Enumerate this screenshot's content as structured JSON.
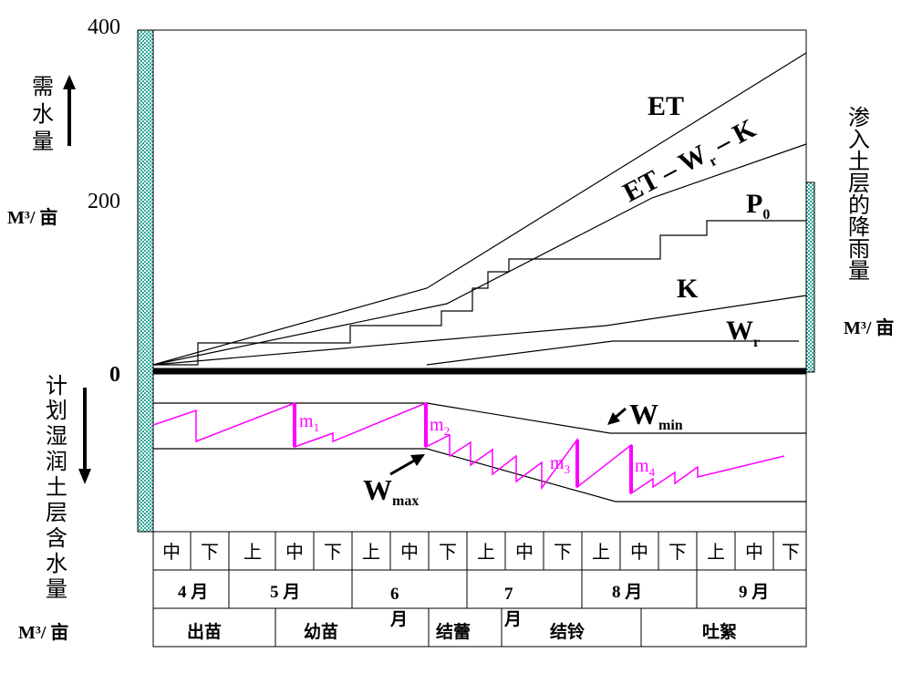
{
  "axis": {
    "tick_400": "400",
    "tick_200": "200",
    "tick_0": "0",
    "unit": "M³/ 亩"
  },
  "left_labels": {
    "upper": [
      "需",
      "水",
      "量"
    ],
    "lower": [
      "计",
      "划",
      "湿",
      "润",
      "土",
      "层",
      "含",
      "水",
      "量"
    ]
  },
  "right_label": {
    "chars": [
      "渗",
      "入",
      "土",
      "层",
      "的",
      "降",
      "雨",
      "量"
    ]
  },
  "curve_labels": {
    "et": "ET",
    "et_wr_k_pre": "ET – W",
    "et_wr_k_sub": "r",
    "et_wr_k_post": " – K",
    "p0": "P",
    "p0_sub": "0",
    "k": "K",
    "wr": "W",
    "wr_sub": "r",
    "wmin": "W",
    "wmin_sub": "min",
    "wmax": "W",
    "wmax_sub": "max"
  },
  "irrigation": {
    "marks": [
      {
        "label": "m",
        "sub": "1"
      },
      {
        "label": "m",
        "sub": "2"
      },
      {
        "label": "m",
        "sub": "3"
      },
      {
        "label": "m",
        "sub": "4"
      }
    ]
  },
  "table": {
    "periods": [
      "中",
      "下",
      "上",
      "中",
      "下",
      "上",
      "中",
      "下",
      "上",
      "中",
      "下",
      "上",
      "中",
      "下",
      "上",
      "中",
      "下"
    ],
    "months": [
      "4 月",
      "5 月",
      "6",
      "7",
      "8 月",
      "9 月"
    ],
    "months_overflow": [
      "月",
      "月"
    ],
    "stages": [
      "出苗",
      "幼苗",
      "结蕾",
      "结铃",
      "吐絮"
    ]
  },
  "colors": {
    "magenta": "#ff00ff",
    "bar_pattern": "#2aa89a"
  }
}
